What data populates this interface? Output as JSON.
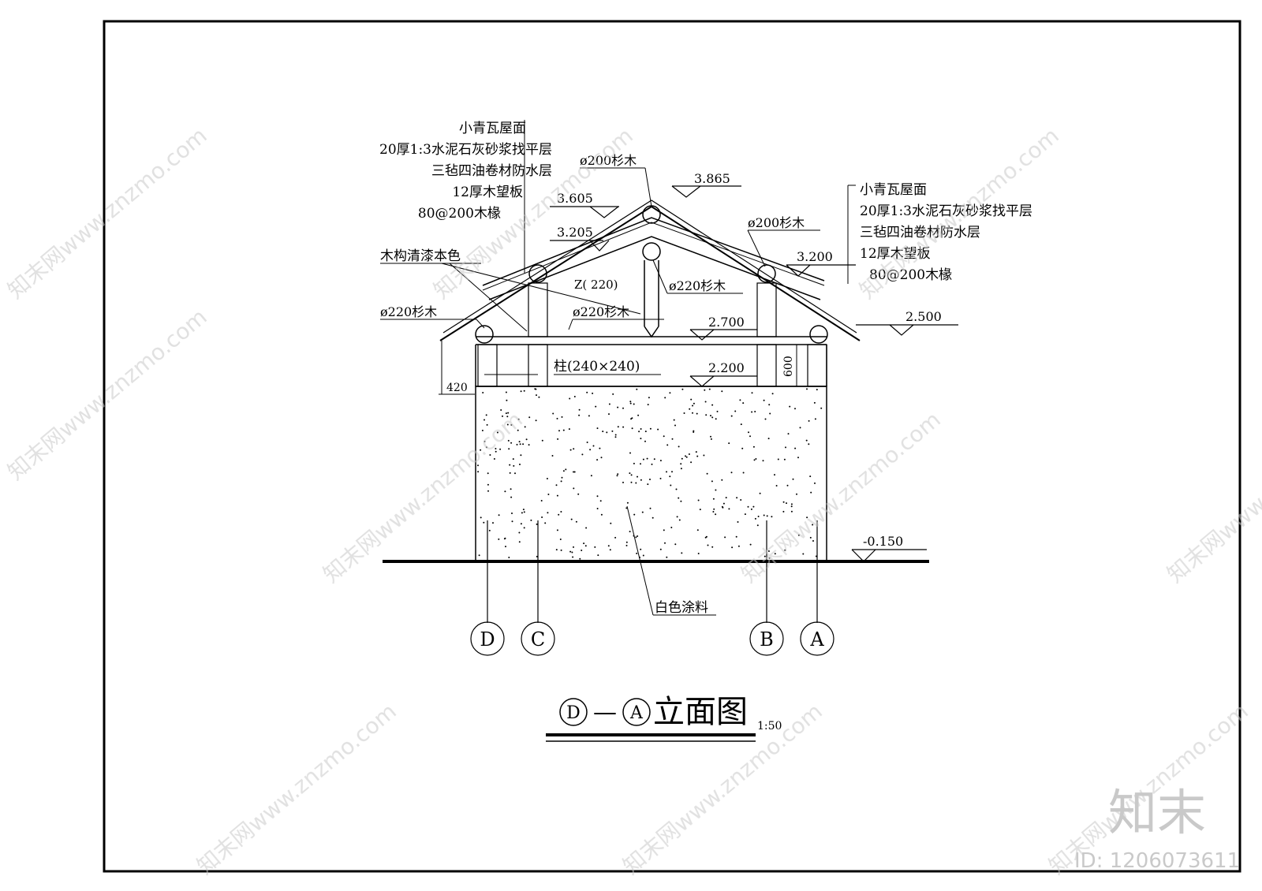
{
  "drawing": {
    "title_left_axis": "D",
    "title_right_axis": "A",
    "title_dash": "—",
    "title_text": "立面图",
    "scale": "1:50"
  },
  "left_notes": [
    "小青瓦屋面",
    "20厚1:3水泥石灰砂浆找平层",
    "三毡四油卷材防水层",
    "12厚木望板",
    "80@200木椽"
  ],
  "right_notes": [
    "小青瓦屋面",
    "20厚1:3水泥石灰砂浆找平层",
    "三毡四油卷材防水层",
    "12厚木望板",
    "80@200木椽"
  ],
  "labels": {
    "wood_finish": "木构清漆本色",
    "fir200_top": "ø200杉木",
    "fir200_right": "ø200杉木",
    "fir220_left": "ø220杉木",
    "fir220_mid": "ø220杉木",
    "fir220_king": "ø220杉木",
    "king_post": "Z(  220)",
    "column": "柱(240×240)",
    "wall_paint": "白色涂料"
  },
  "elevations": {
    "e3865": "3.865",
    "e3605": "3.605",
    "e3205": "3.205",
    "e3200": "3.200",
    "e2700": "2.700",
    "e2500": "2.500",
    "e2200": "2.200",
    "e_ground": "-0.150"
  },
  "dimensions": {
    "d420": "420",
    "d600": "600"
  },
  "axes": [
    "D",
    "C",
    "B",
    "A"
  ],
  "watermark": {
    "brand": "知末",
    "id_text": "ID: 1206073611",
    "site": "知末网www.znzmo.com"
  }
}
